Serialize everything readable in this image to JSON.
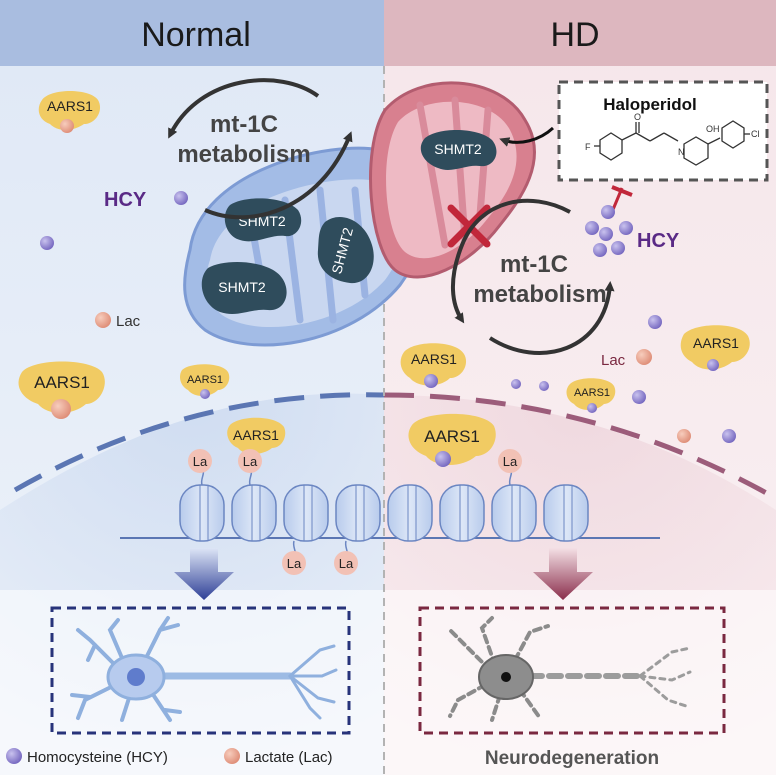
{
  "headers": {
    "normal": "Normal",
    "hd": "HD"
  },
  "normal": {
    "cycle_label_1": "mt-1C",
    "cycle_label_2": "metabolism",
    "hcy_label": "HCY",
    "lac_label": "Lac",
    "shmt2": [
      "SHMT2",
      "SHMT2",
      "SHMT2"
    ],
    "aars1": [
      "AARS1",
      "AARS1",
      "AARS1",
      "AARS1"
    ]
  },
  "hd": {
    "drug_name": "Haloperidol",
    "drug_atoms": {
      "oxygen": "O",
      "hydroxyl": "OH",
      "fluorine": "F",
      "nitrogen": "N",
      "chlorine": "Cl"
    },
    "shmt2": "SHMT2",
    "hcy_label": "HCY",
    "cycle_label_1": "mt-1C",
    "cycle_label_2": "metabolism",
    "lac_label": "Lac",
    "aars1": [
      "AARS1",
      "AARS1",
      "AARS1",
      "AARS1"
    ]
  },
  "chromatin": {
    "la_tags": [
      "La",
      "La",
      "La",
      "La",
      "La"
    ]
  },
  "legend": {
    "hcy": "Homocysteine (HCY)",
    "lac": "Lactate (Lac)"
  },
  "outcome": {
    "hd": "Neurodegeneration"
  },
  "colors": {
    "normal_header": "#a9bde0",
    "hd_header": "#ddb7bf",
    "normal_bg": "#e5edf8",
    "hd_bg": "#f7eaee",
    "mito_blue": "#a3bce6",
    "mito_red": "#d8808f",
    "shmt2": "#2f4c5c",
    "aars1": "#f1cb63",
    "hcy_dot": "#8e82cc",
    "lac_dot": "#e9a894",
    "normal_dash": "#27337a",
    "hd_dash": "#7a2840"
  }
}
